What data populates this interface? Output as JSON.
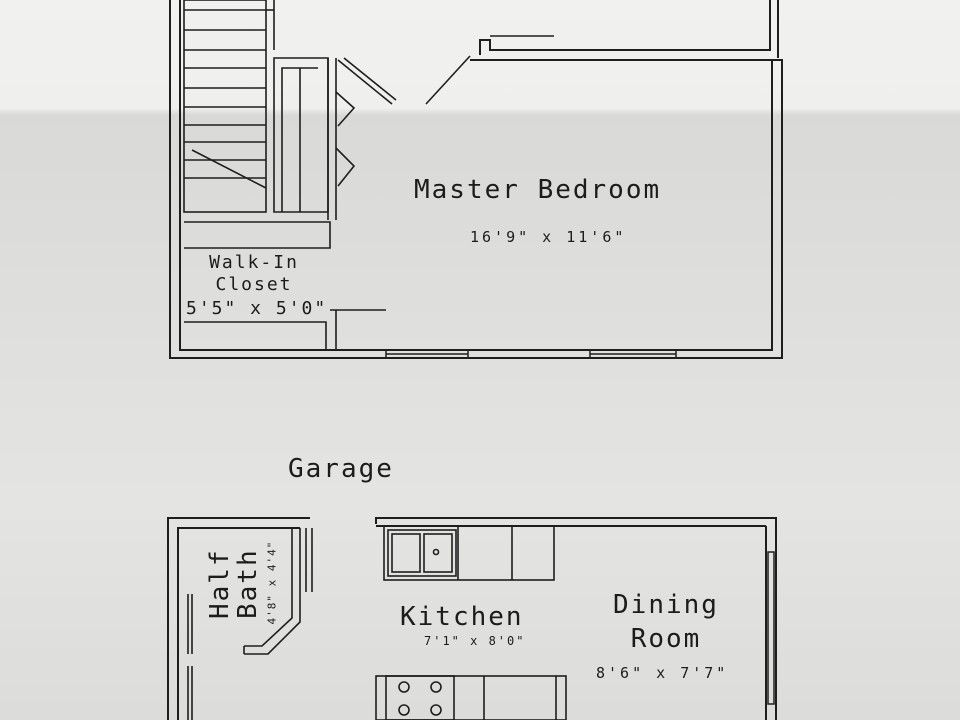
{
  "upper_floor": {
    "master_bedroom": {
      "name": "Master Bedroom",
      "dimensions": "16'9\" x 11'6\""
    },
    "walk_in_closet": {
      "name_line1": "Walk-In",
      "name_line2": "Closet",
      "dimensions": "5'5\" x 5'0\""
    }
  },
  "lower_floor": {
    "garage": {
      "name": "Garage"
    },
    "half_bath": {
      "name_line1": "Half",
      "name_line2": "Bath",
      "dimensions": "4'8\" x 4'4\""
    },
    "kitchen": {
      "name": "Kitchen",
      "dimensions": "7'1\" x 8'0\""
    },
    "dining_room": {
      "name_line1": "Dining",
      "name_line2": "Room",
      "dimensions": "8'6\" x 7'7\""
    }
  }
}
